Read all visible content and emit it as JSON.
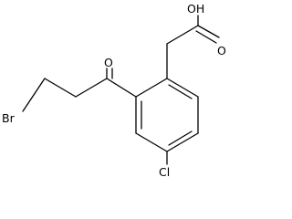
{
  "molecule": {
    "atoms": {
      "hydroxyl": "OH",
      "carbonyl_oxygen_acid": "O",
      "carbonyl_oxygen_ketone": "O",
      "bromine": "Br",
      "chlorine": "Cl"
    },
    "colors": {
      "bond": "#000000",
      "label": "#000000",
      "background": "#ffffff"
    }
  }
}
